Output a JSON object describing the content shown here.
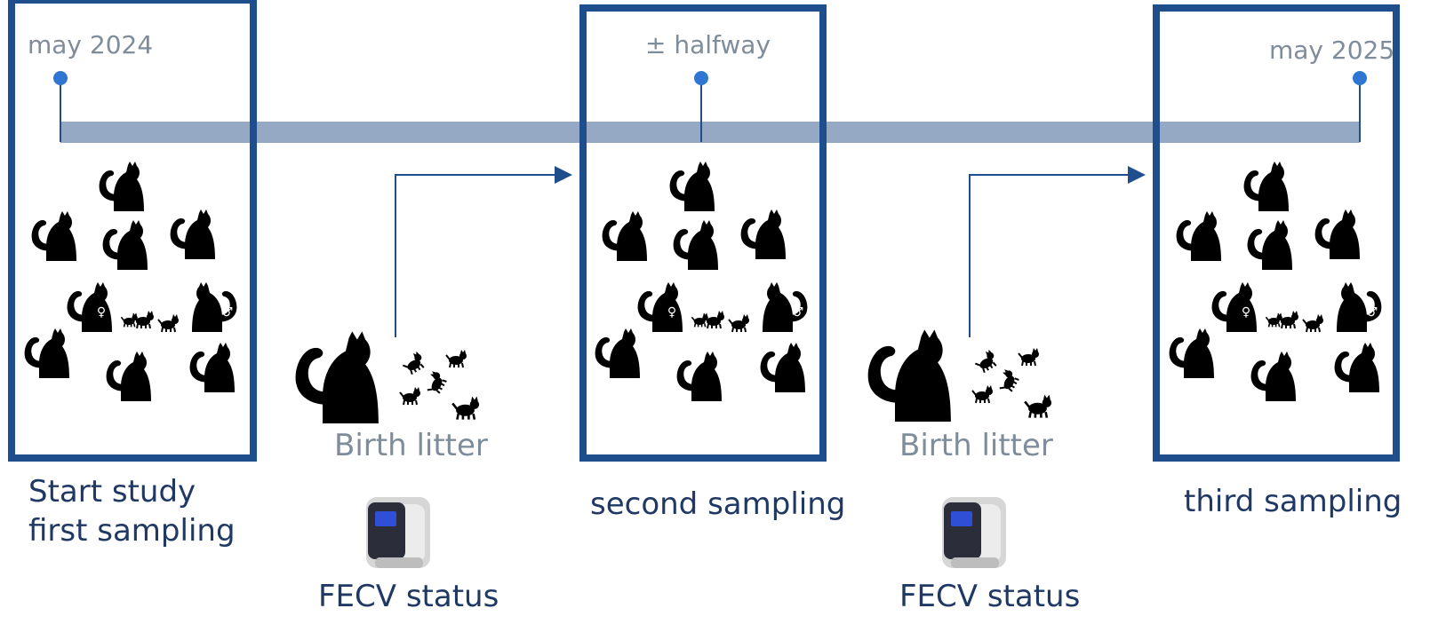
{
  "timeline": {
    "start_date": "may 2024",
    "mid_date": "± halfway",
    "end_date": "may 2025"
  },
  "samplings": [
    {
      "caption_line1": "Start study",
      "caption_line2": "first sampling"
    },
    {
      "caption": "second sampling"
    },
    {
      "caption": "third sampling"
    }
  ],
  "litters": [
    {
      "label": "Birth litter",
      "device_label": "FECV status"
    },
    {
      "label": "Birth litter",
      "device_label": "FECV status"
    }
  ],
  "icons": {
    "cat": "cat-silhouette-icon",
    "kitten": "kitten-silhouette-icon",
    "female": "female-symbol-icon",
    "male": "male-symbol-icon",
    "device": "pcr-device-icon"
  },
  "colors": {
    "box_border": "#1f4e8c",
    "timeline_bar": "#95a9c4",
    "pin": "#2f76d2",
    "arrow": "#1f4e8c",
    "silhouette": "#000000",
    "date_text": "#7f8c9a",
    "caption_text": "#1f3864"
  }
}
